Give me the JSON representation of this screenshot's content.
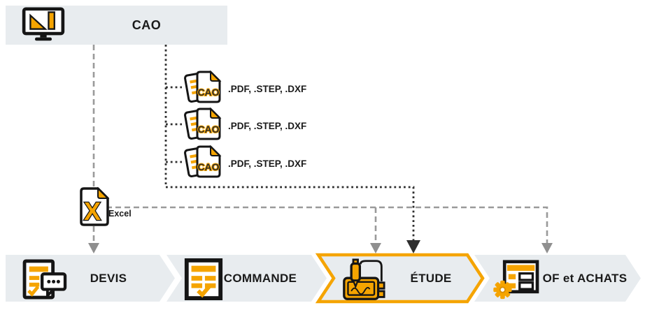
{
  "title_box": {
    "label": "CAO"
  },
  "cad_files": {
    "rows": [
      {
        "badge": "CAO",
        "formats": ".PDF, .STEP, .DXF"
      },
      {
        "badge": "CAO",
        "formats": ".PDF, .STEP, .DXF"
      },
      {
        "badge": "CAO",
        "formats": ".PDF, .STEP, .DXF"
      }
    ]
  },
  "excel_file": {
    "badge": "X",
    "label": "Excel"
  },
  "process_steps": [
    {
      "label": "DEVIS",
      "highlighted": false
    },
    {
      "label": "COMMANDE",
      "highlighted": false
    },
    {
      "label": "ÉTUDE",
      "highlighted": true
    },
    {
      "label": "OF et ACHATS",
      "highlighted": false
    }
  ],
  "colors": {
    "panel_bg": "#e8ecef",
    "accent_orange": "#F5A400",
    "icon_black": "#151515",
    "connector_gray": "#9a9a9a",
    "connector_dark": "#2e2e2e",
    "text": "#1a1a1a"
  }
}
